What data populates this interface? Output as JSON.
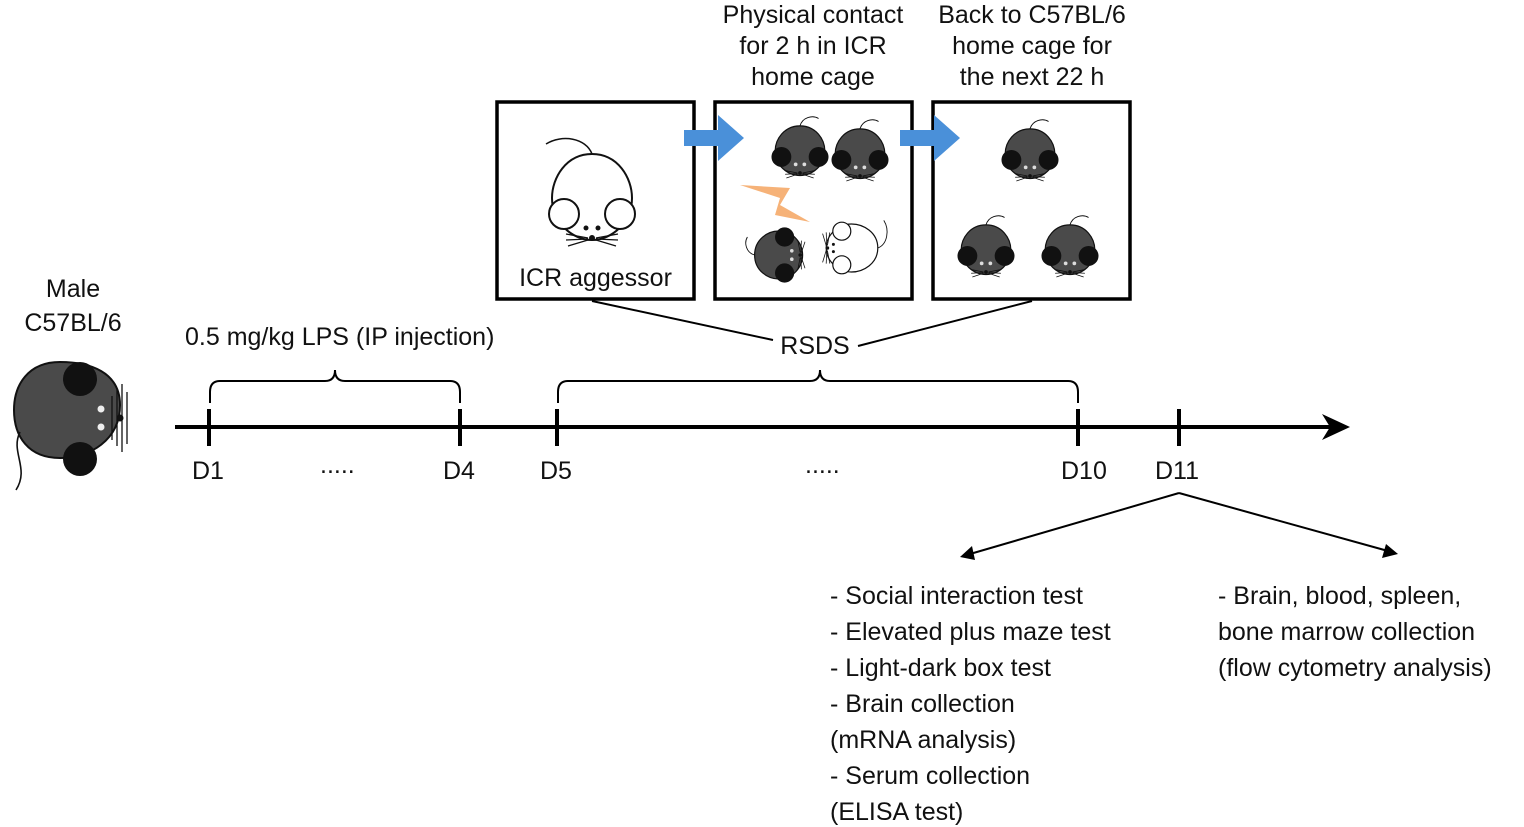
{
  "subject": {
    "line1": "Male",
    "line2": "C57BL/6"
  },
  "lps_label": "0.5 mg/kg LPS (IP injection)",
  "rsds_label": "RSDS",
  "panels": {
    "aggressor_label": "ICR aggessor",
    "contact_caption": [
      "Physical contact",
      "for 2 h in ICR",
      "home cage"
    ],
    "return_caption": [
      "Back to C57BL/6",
      "home cage for",
      "the next 22 h"
    ]
  },
  "timeline": {
    "ticks": [
      "D1",
      "D4",
      "D5",
      "D10",
      "D11"
    ],
    "ellipsis_1": ".....",
    "ellipsis_2": "....."
  },
  "outcomes": {
    "left": [
      "- Social interaction test",
      "- Elevated plus maze test",
      "- Light-dark box test",
      "- Brain collection",
      "(mRNA analysis)",
      "- Serum collection",
      "(ELISA test)"
    ],
    "right": [
      "- Brain, blood, spleen,",
      "bone marrow collection",
      "(flow cytometry analysis)"
    ]
  },
  "colors": {
    "line": "#000000",
    "c57_mouse": "#4a4a4a",
    "c57_ear": "#111111",
    "icr_mouse": "#ffffff",
    "arrow_blue": "#4a90d9",
    "fight_bolt": "#f4a460"
  }
}
